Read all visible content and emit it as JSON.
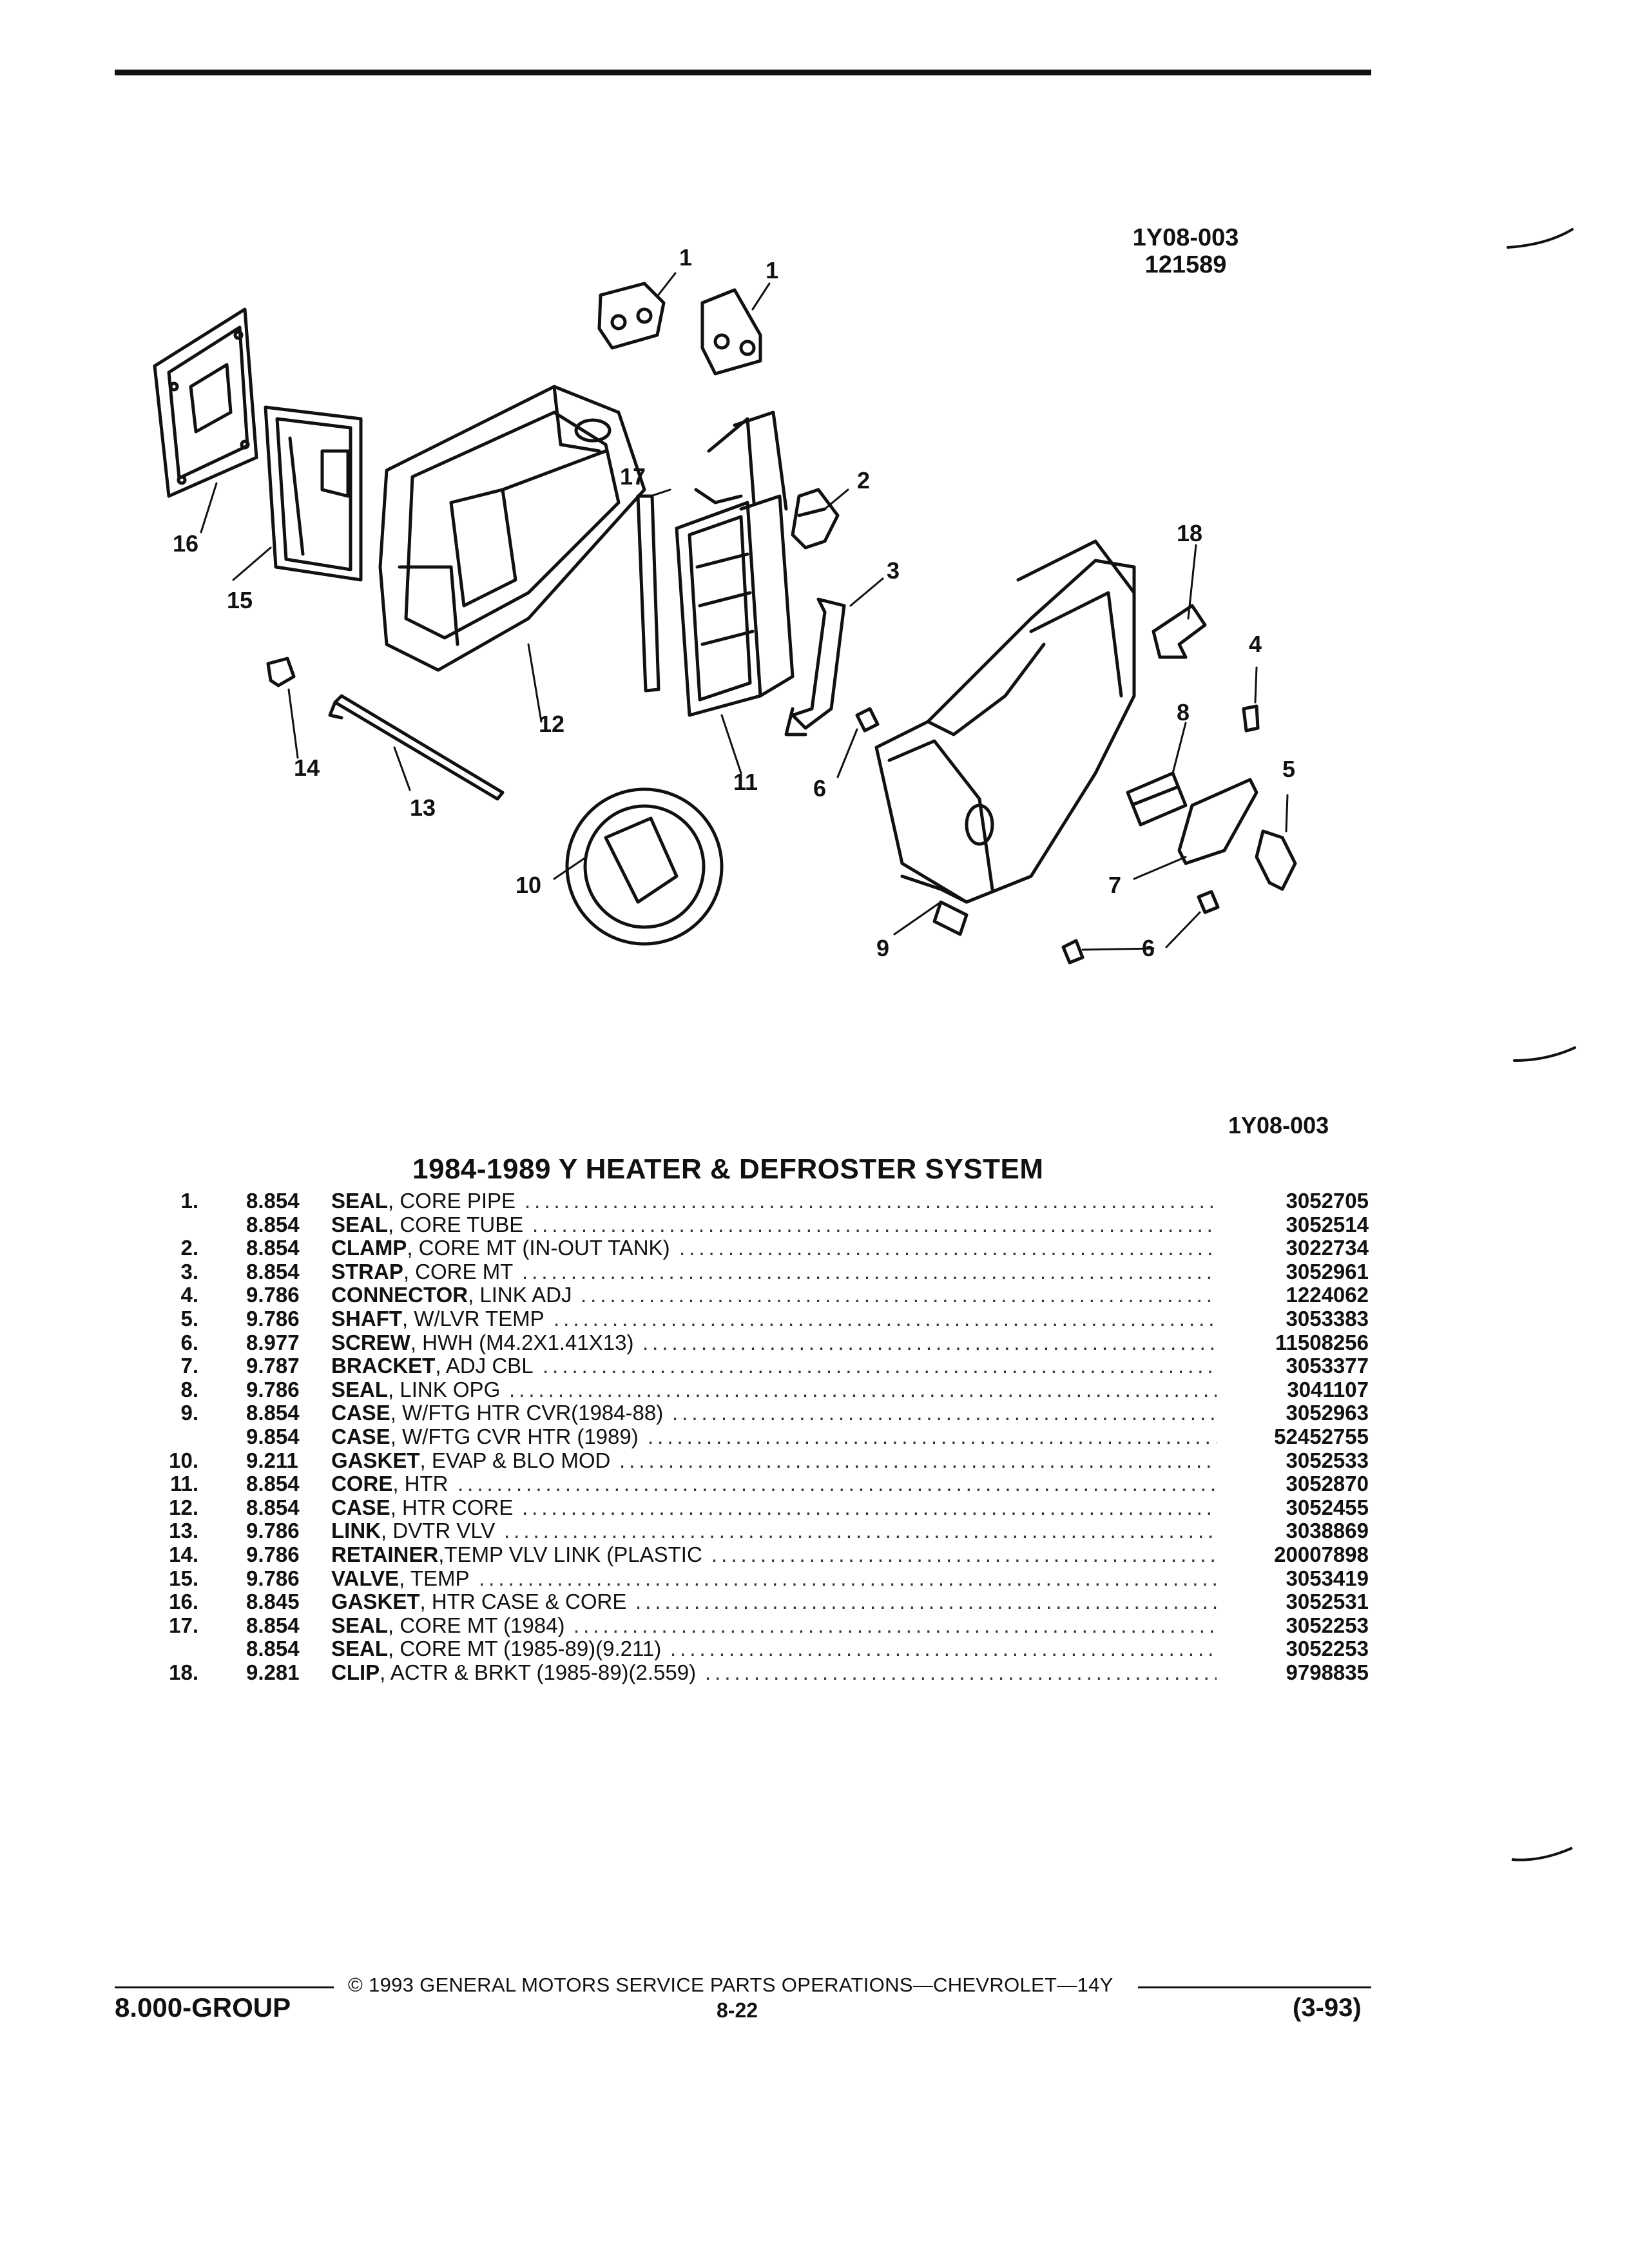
{
  "diagram": {
    "id_line1": "1Y08-003",
    "id_line2": "121589",
    "callouts": [
      "1",
      "1",
      "2",
      "3",
      "4",
      "5",
      "6",
      "6",
      "7",
      "8",
      "9",
      "10",
      "11",
      "12",
      "13",
      "14",
      "15",
      "16",
      "17",
      "18"
    ]
  },
  "figure_code": "1Y08-003",
  "section_title": "1984-1989 Y HEATER & DEFROSTER SYSTEM",
  "parts": [
    {
      "num": "1.",
      "grp": "8.854",
      "name": "SEAL",
      "detail": ", CORE PIPE",
      "pn": "3052705"
    },
    {
      "num": "",
      "grp": "8.854",
      "name": "SEAL",
      "detail": ", CORE TUBE",
      "pn": "3052514"
    },
    {
      "num": "2.",
      "grp": "8.854",
      "name": "CLAMP",
      "detail": ", CORE MT (IN-OUT TANK)",
      "pn": "3022734"
    },
    {
      "num": "3.",
      "grp": "8.854",
      "name": "STRAP",
      "detail": ", CORE MT",
      "pn": "3052961"
    },
    {
      "num": "4.",
      "grp": "9.786",
      "name": "CONNECTOR",
      "detail": ", LINK ADJ",
      "pn": "1224062"
    },
    {
      "num": "5.",
      "grp": "9.786",
      "name": "SHAFT",
      "detail": ", W/LVR TEMP",
      "pn": "3053383"
    },
    {
      "num": "6.",
      "grp": "8.977",
      "name": "SCREW",
      "detail": ", HWH (M4.2X1.41X13)",
      "pn": "11508256"
    },
    {
      "num": "7.",
      "grp": "9.787",
      "name": "BRACKET",
      "detail": ", ADJ CBL",
      "pn": "3053377"
    },
    {
      "num": "8.",
      "grp": "9.786",
      "name": "SEAL",
      "detail": ", LINK OPG",
      "pn": "3041107"
    },
    {
      "num": "9.",
      "grp": "8.854",
      "name": "CASE",
      "detail": ", W/FTG HTR CVR(1984-88)",
      "pn": "3052963"
    },
    {
      "num": "",
      "grp": "9.854",
      "name": "CASE",
      "detail": ", W/FTG CVR HTR (1989)",
      "pn": "52452755"
    },
    {
      "num": "10.",
      "grp": "9.211",
      "name": "GASKET",
      "detail": ", EVAP & BLO MOD",
      "pn": "3052533"
    },
    {
      "num": "11.",
      "grp": "8.854",
      "name": "CORE",
      "detail": ", HTR",
      "pn": "3052870"
    },
    {
      "num": "12.",
      "grp": "8.854",
      "name": "CASE",
      "detail": ", HTR CORE",
      "pn": "3052455"
    },
    {
      "num": "13.",
      "grp": "9.786",
      "name": "LINK",
      "detail": ", DVTR VLV",
      "pn": "3038869"
    },
    {
      "num": "14.",
      "grp": "9.786",
      "name": "RETAINER",
      "detail": ",TEMP VLV LINK (PLASTIC",
      "pn": "20007898"
    },
    {
      "num": "15.",
      "grp": "9.786",
      "name": "VALVE",
      "detail": ", TEMP",
      "pn": "3053419"
    },
    {
      "num": "16.",
      "grp": "8.845",
      "name": "GASKET",
      "detail": ", HTR CASE & CORE",
      "pn": "3052531"
    },
    {
      "num": "17.",
      "grp": "8.854",
      "name": "SEAL",
      "detail": ", CORE MT (1984)",
      "pn": "3052253"
    },
    {
      "num": "",
      "grp": "8.854",
      "name": "SEAL",
      "detail": ", CORE MT (1985-89)(9.211)",
      "pn": "3052253"
    },
    {
      "num": "18.",
      "grp": "9.281",
      "name": "CLIP",
      "detail": ", ACTR & BRKT (1985-89)(2.559)",
      "pn": "9798835"
    }
  ],
  "footer": {
    "copyright": "© 1993  GENERAL MOTORS SERVICE PARTS OPERATIONS—CHEVROLET—14Y",
    "group": "8.000-GROUP",
    "page": "8-22",
    "revision": "(3-93)"
  }
}
